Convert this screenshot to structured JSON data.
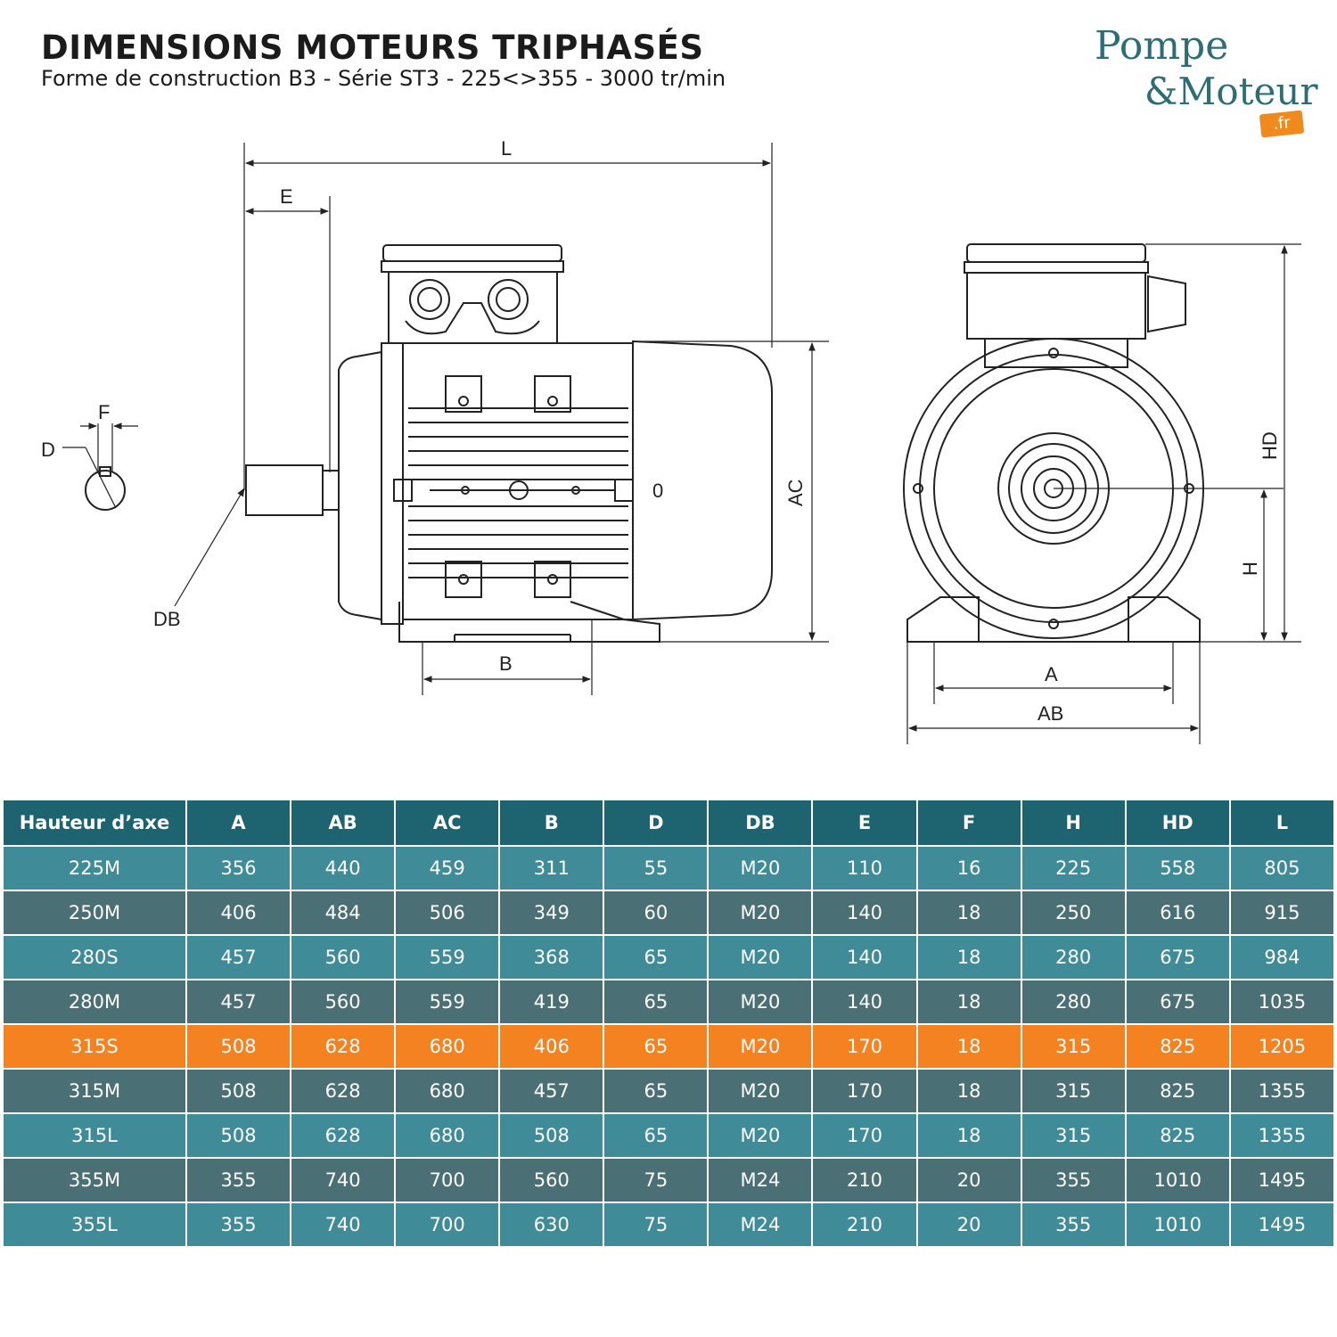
{
  "header": {
    "title": "DIMENSIONS MOTEURS TRIPHASÉS",
    "subtitle": "Forme de construction B3 - Série ST3 - 225<>355 - 3000 tr/min"
  },
  "logo": {
    "line1": "Pompe",
    "line2": "&Moteur",
    "suffix": ".fr",
    "color": "#2c6e73",
    "accent": "#f08a1c"
  },
  "drawing_labels": {
    "L": "L",
    "E": "E",
    "F": "F",
    "D": "D",
    "DB": "DB",
    "B": "B",
    "AC": "AC",
    "O": "0",
    "HD": "HD",
    "H": "H",
    "A": "A",
    "AB": "AB"
  },
  "table": {
    "headers": [
      "Hauteur d’axe",
      "A",
      "AB",
      "AC",
      "B",
      "D",
      "DB",
      "E",
      "F",
      "H",
      "HD",
      "L"
    ],
    "rows": [
      [
        "225M",
        "356",
        "440",
        "459",
        "311",
        "55",
        "M20",
        "110",
        "16",
        "225",
        "558",
        "805"
      ],
      [
        "250M",
        "406",
        "484",
        "506",
        "349",
        "60",
        "M20",
        "140",
        "18",
        "250",
        "616",
        "915"
      ],
      [
        "280S",
        "457",
        "560",
        "559",
        "368",
        "65",
        "M20",
        "140",
        "18",
        "280",
        "675",
        "984"
      ],
      [
        "280M",
        "457",
        "560",
        "559",
        "419",
        "65",
        "M20",
        "140",
        "18",
        "280",
        "675",
        "1035"
      ],
      [
        "315S",
        "508",
        "628",
        "680",
        "406",
        "65",
        "M20",
        "170",
        "18",
        "315",
        "825",
        "1205"
      ],
      [
        "315M",
        "508",
        "628",
        "680",
        "457",
        "65",
        "M20",
        "170",
        "18",
        "315",
        "825",
        "1355"
      ],
      [
        "315L",
        "508",
        "628",
        "680",
        "508",
        "65",
        "M20",
        "170",
        "18",
        "315",
        "825",
        "1355"
      ],
      [
        "355M",
        "355",
        "740",
        "700",
        "560",
        "75",
        "M24",
        "210",
        "20",
        "355",
        "1010",
        "1495"
      ],
      [
        "355L",
        "355",
        "740",
        "700",
        "630",
        "75",
        "M24",
        "210",
        "20",
        "355",
        "1010",
        "1495"
      ]
    ],
    "highlighted_row": "315S",
    "colors": {
      "header": "#1e6370",
      "row_light": "#3f8b97",
      "row_dark": "#4a6f74",
      "highlight": "#f58220"
    }
  }
}
